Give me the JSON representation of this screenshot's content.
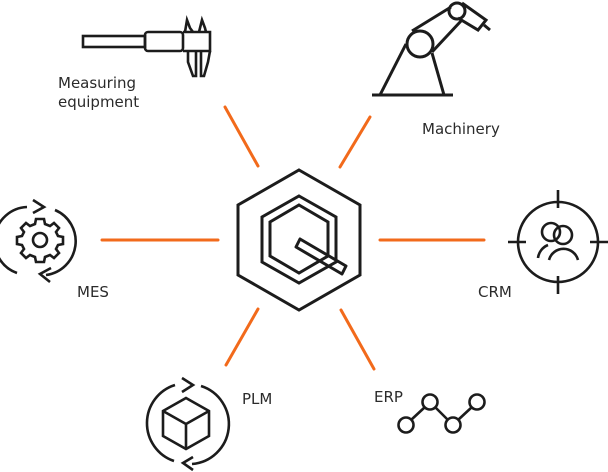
{
  "center": {
    "name": "Q logo",
    "icon": "q-hexagon-logo-icon"
  },
  "colors": {
    "connector": "#f26a1b",
    "stroke": "#1c1c1c",
    "text": "#2b2b2b",
    "background": "#ffffff"
  },
  "nodes": [
    {
      "id": "measuring",
      "label_line1": "Measuring",
      "label_line2": "equipment",
      "icon": "caliper-icon"
    },
    {
      "id": "machinery",
      "label": "Machinery",
      "icon": "robot-arm-icon"
    },
    {
      "id": "mes",
      "label": "MES",
      "icon": "gear-cycle-icon"
    },
    {
      "id": "crm",
      "label": "CRM",
      "icon": "target-users-icon"
    },
    {
      "id": "plm",
      "label": "PLM",
      "icon": "cube-cycle-icon"
    },
    {
      "id": "erp",
      "label": "ERP",
      "icon": "network-nodes-icon"
    }
  ]
}
